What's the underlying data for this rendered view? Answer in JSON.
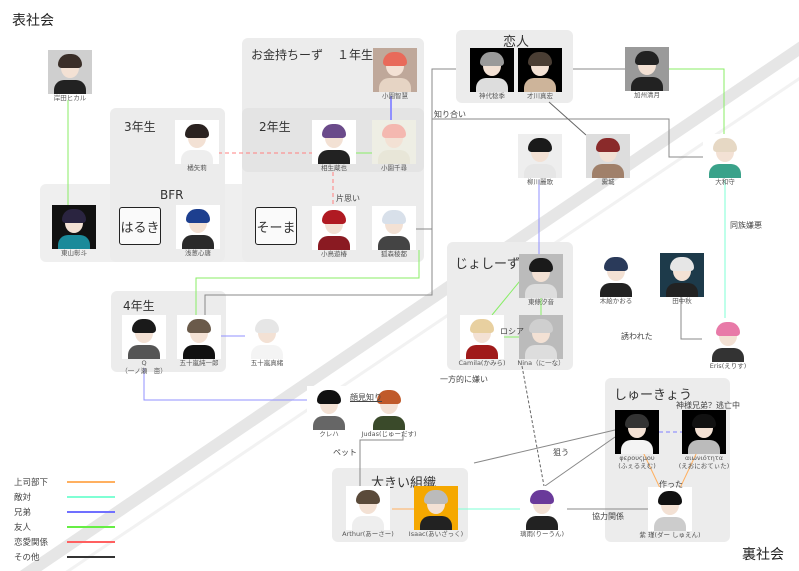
{
  "regions": {
    "top": "表社会",
    "bottom": "裏社会"
  },
  "groups": {
    "rich": "お金持ちーず",
    "year1": "１年生",
    "year2": "2年生",
    "year3": "3年生",
    "year4": "4年生",
    "bfr": "BFR",
    "lovers": "恋人",
    "girls": "じょしーず",
    "religion": "しゅーきょう",
    "org": "大きい組織"
  },
  "signs": {
    "haruki": "はるき",
    "soma": "そーま"
  },
  "characters": [
    {
      "id": "kishida",
      "name": "岸田ヒカル",
      "bg": "#cfcfcf",
      "hair": "#3a2e28",
      "body": "#222"
    },
    {
      "id": "higashiyama",
      "name": "東山彰斗",
      "bg": "#111",
      "hair": "#2a2440",
      "body": "#1a8a9a"
    },
    {
      "id": "tachibana",
      "name": "橘矢莉",
      "bg": "#fff",
      "hair": "#2a2220",
      "body": "#eee"
    },
    {
      "id": "kozono_c",
      "name": "小園智慧",
      "bg": "#bfa89a",
      "hair": "#e86a5a",
      "body": "#e6d4c4"
    },
    {
      "id": "aioi",
      "name": "相生蔵也",
      "bg": "#fff",
      "hair": "#6a4a8a",
      "body": "#222"
    },
    {
      "id": "kozono_ch",
      "name": "小園千尋",
      "bg": "#eeeee4",
      "hair": "#f4b8b0",
      "body": "#e8e6d8"
    },
    {
      "id": "asagi",
      "name": "浅葱心唐",
      "bg": "#fff",
      "hair": "#1d3f8f",
      "body": "#2a2a2a"
    },
    {
      "id": "takanashi",
      "name": "小鳥遊椿",
      "bg": "#fff",
      "hair": "#b01a22",
      "body": "#8a1a22"
    },
    {
      "id": "komori",
      "name": "狐森稜都",
      "bg": "#fff",
      "hair": "#d8e0ea",
      "body": "#444"
    },
    {
      "id": "kamishiro",
      "name": "神代稔季",
      "bg": "#000",
      "hair": "#9a9a9a",
      "body": "#ddd"
    },
    {
      "id": "saikawa",
      "name": "才川真宏",
      "bg": "#000",
      "hair": "#4a3e34",
      "body": "#cdb49a"
    },
    {
      "id": "kashu",
      "name": "加州清月",
      "bg": "#9a9a9a",
      "hair": "#222",
      "body": "#222"
    },
    {
      "id": "yanagawa",
      "name": "柳川麗歌",
      "bg": "#eee",
      "hair": "#1a1a1a",
      "body": "#e6e6e6"
    },
    {
      "id": "mizore",
      "name": "霙城",
      "bg": "#ddd",
      "hair": "#8a2a2a",
      "body": "#a0806a"
    },
    {
      "id": "yamato",
      "name": "大和守",
      "bg": "#fff",
      "hair": "#e6d8c4",
      "body": "#3aa28a"
    },
    {
      "id": "tojo",
      "name": "東條汐音",
      "bg": "#bbb",
      "hair": "#1a1a1a",
      "body": "#ddd"
    },
    {
      "id": "camila",
      "name": "Camila(かみら)",
      "bg": "#fff",
      "hair": "#e8d0a0",
      "body": "#a01a1a"
    },
    {
      "id": "nina",
      "name": "Nina（に一な）",
      "bg": "#bbb",
      "hair": "#cfcfcf",
      "body": "#ddd"
    },
    {
      "id": "kie",
      "name": "木絵かおる",
      "bg": "#fff",
      "hair": "#2a3a5a",
      "body": "#222"
    },
    {
      "id": "tanaka",
      "name": "田中秋",
      "bg": "#1d3a4a",
      "hair": "#e6e6e6",
      "body": "#222"
    },
    {
      "id": "eris",
      "name": "Eris(えりす)",
      "bg": "#fff",
      "hair": "#e87aa8",
      "body": "#333"
    },
    {
      "id": "q",
      "name": "Q",
      "sub": "（一ノ瀬　亩）",
      "bg": "#fff",
      "hair": "#1a1a1a",
      "body": "#555"
    },
    {
      "id": "igarashi_j",
      "name": "五十嵐純一郎",
      "bg": "#fff",
      "hair": "#6a5a4a",
      "body": "#111"
    },
    {
      "id": "igarashi_m",
      "name": "五十嵐真緒",
      "bg": "#fff",
      "hair": "#e6e6e6",
      "body": "#f4f4f4"
    },
    {
      "id": "kureha",
      "name": "クレハ",
      "bg": "#fff",
      "hair": "#111",
      "body": "#666"
    },
    {
      "id": "judas",
      "name": "Judas(じゅーだす)",
      "bg": "#fff",
      "hair": "#c05a2a",
      "body": "#3a4a2a"
    },
    {
      "id": "pheroushmou",
      "name": "φερουςμου",
      "sub": "(ふぇるえむ)",
      "bg": "#000",
      "hair": "#333",
      "body": "#f4f4f4"
    },
    {
      "id": "aionioteta",
      "name": "αιωνιότητα",
      "sub": "(えおにおてぃた)",
      "bg": "#000",
      "hair": "#111",
      "body": "#bbb"
    },
    {
      "id": "shi",
      "name": "紫 瑾(ダー しゅえん)",
      "bg": "#fff",
      "hair": "#111",
      "body": "#ccc"
    },
    {
      "id": "arthur",
      "name": "Arthur(あーさー)",
      "bg": "#fff",
      "hair": "#5a4a3a",
      "body": "#eee"
    },
    {
      "id": "isaac",
      "name": "Isaac(あいざっく)",
      "bg": "#f5a800",
      "hair": "#bbb",
      "body": "#222"
    },
    {
      "id": "riu",
      "name": "璃雨(りーうん)",
      "bg": "#fff",
      "hair": "#6a3a9a",
      "body": "#222"
    }
  ],
  "relation_labels": {
    "unrequited": "片思い",
    "acquaintance": "知り合い",
    "same_kind_hate": "同族嫌悪",
    "russia": "ロシア",
    "invited": "誘われた",
    "face_known": "顔見知り",
    "one_sided_hate": "一方的に嫌い",
    "god_brothers": "神様兄弟？逃亡中",
    "pet": "ペット",
    "target": "狙う",
    "made": "作った",
    "cooperation": "協力関係"
  },
  "legend": [
    {
      "label": "上司部下",
      "color": "#ffb060"
    },
    {
      "label": "敵対",
      "color": "#7fffd4"
    },
    {
      "label": "兄弟",
      "color": "#7070ff"
    },
    {
      "label": "友人",
      "color": "#66ee44"
    },
    {
      "label": "恋愛関係",
      "color": "#ff6060"
    },
    {
      "label": "その他",
      "color": "#333333"
    }
  ]
}
